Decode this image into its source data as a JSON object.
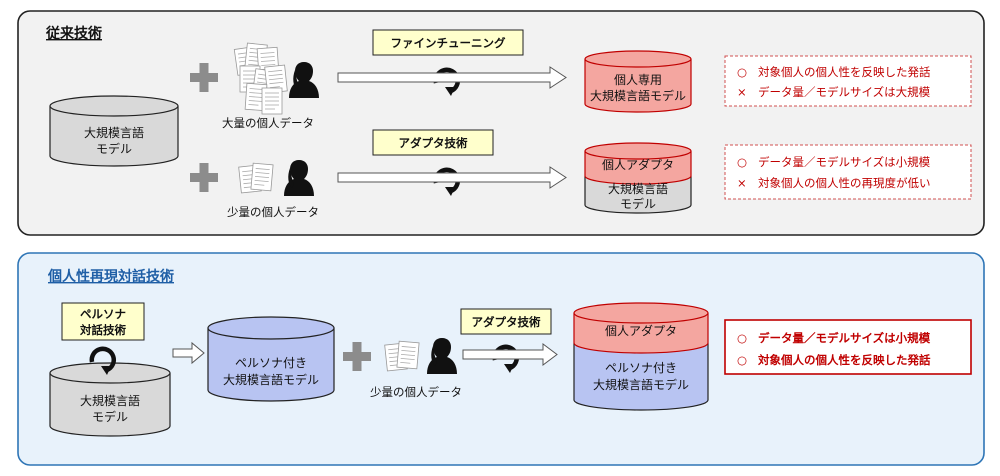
{
  "top_section": {
    "title": "従来技術",
    "base_model": [
      "大規模言語",
      "モデル"
    ],
    "row1": {
      "data_label": "大量の個人データ",
      "method": "ファインチューニング",
      "result_model": [
        "個人専用",
        "大規模言語モデル"
      ],
      "notes": [
        {
          "mark": "○",
          "text": "対象個人の個人性を反映した発話"
        },
        {
          "mark": "×",
          "text": "データ量／モデルサイズは大規模"
        }
      ]
    },
    "row2": {
      "data_label": "少量の個人データ",
      "method": "アダプタ技術",
      "adapter": "個人アダプタ",
      "result_model": [
        "大規模言語",
        "モデル"
      ],
      "notes": [
        {
          "mark": "○",
          "text": "データ量／モデルサイズは小規模"
        },
        {
          "mark": "×",
          "text": "対象個人の個人性の再現度が低い"
        }
      ]
    }
  },
  "bottom_section": {
    "title": "個人性再現対話技術",
    "persona_tag": [
      "ペルソナ",
      "対話技術"
    ],
    "base_model": [
      "大規模言語",
      "モデル"
    ],
    "persona_model": [
      "ペルソナ付き",
      "大規模言語モデル"
    ],
    "data_label": "少量の個人データ",
    "method": "アダプタ技術",
    "adapter": "個人アダプタ",
    "result_model": [
      "ペルソナ付き",
      "大規模言語モデル"
    ],
    "notes": [
      {
        "mark": "○",
        "text": "データ量／モデルサイズは小規模"
      },
      {
        "mark": "○",
        "text": "対象個人の個人性を反映した発話"
      }
    ]
  },
  "colors": {
    "gray_fill": "#d9d9d9",
    "red_fill": "#f4a6a0",
    "blue_fill": "#b8c4f2",
    "blue_border": "#2e75b6",
    "bottom_bg": "#e8f2fb",
    "top_bg": "#f2f2f2",
    "tag_fill": "#ffffcc",
    "note_red": "#c00000"
  },
  "icons": [
    "plus-icon",
    "document-stack-icon",
    "person-silhouette-icon",
    "cycle-arrow-icon",
    "right-arrow-icon"
  ]
}
